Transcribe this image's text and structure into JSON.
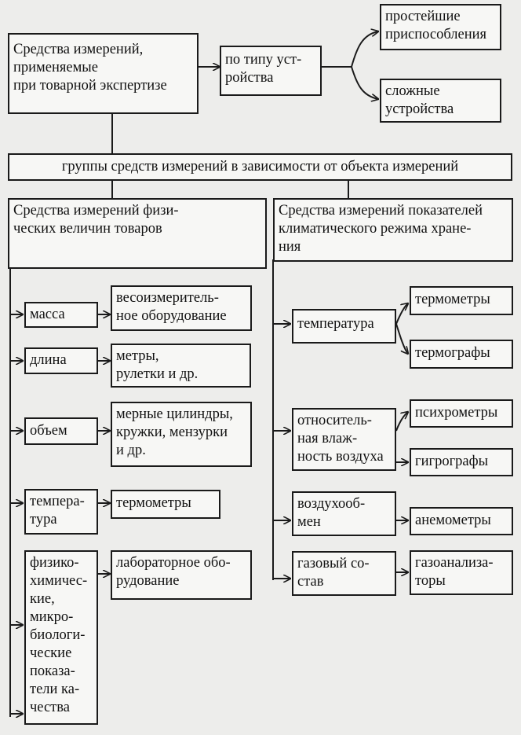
{
  "root": "Средства измерений,\nприменяемые\nпри товарной экспертизе",
  "by_type": "по типу уст-\nройства",
  "simple": "простейшие\nприспособления",
  "complex": "сложные\nустройства",
  "groups": "группы средств измерений в зависимости от объекта измерений",
  "physical": "Средства измерений физи-\nческих величин товаров",
  "climate": "Средства измерений показателей\nклиматического режима хране-\nния",
  "left_rows": [
    {
      "param": "масса",
      "tool": "весоизмеритель-\nное оборудование"
    },
    {
      "param": "длина",
      "tool": "метры,\nрулетки и др."
    },
    {
      "param": "объем",
      "tool": "мерные цилиндры,\nкружки, мензурки\nи др."
    },
    {
      "param": "темпера-\nтура",
      "tool": "термометры"
    },
    {
      "param": "физико-\nхимичес-\nкие,\nмикро-\nбиологи-\nческие\nпоказа-\nтели ка-\nчества",
      "tool": "лабораторное обо-\nрудование"
    }
  ],
  "right_rows": [
    {
      "param": "температура",
      "tools": [
        "термометры",
        "термографы"
      ]
    },
    {
      "param": "относитель-\nная влаж-\nность воздуха",
      "tools": [
        "психрометры",
        "гигрографы"
      ]
    },
    {
      "param": "воздухооб-\nмен",
      "tools": [
        "анемометры"
      ]
    },
    {
      "param": "газовый со-\nстав",
      "tools": [
        "газоанализа-\nторы"
      ]
    }
  ]
}
